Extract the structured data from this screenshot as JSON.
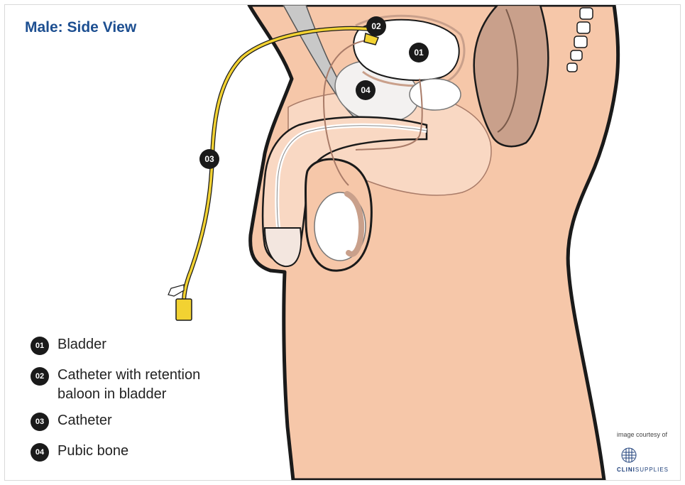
{
  "title": "Male: Side View",
  "badges": {
    "b01": "01",
    "b02": "02",
    "b03": "03",
    "b04": "04"
  },
  "legend": [
    {
      "number": "01",
      "label": "Bladder"
    },
    {
      "number": "02",
      "label": "Catheter with retention\nbaloon in bladder"
    },
    {
      "number": "03",
      "label": "Catheter"
    },
    {
      "number": "04",
      "label": "Pubic bone"
    }
  ],
  "credit": {
    "courtesy": "image courtesy of",
    "brand_bold": "CLINI",
    "brand_rest": "SUPPLIES"
  },
  "colors": {
    "skin": "#f6c7a9",
    "skin_light": "#f9d8c3",
    "rectum": "#c9a08b",
    "catheter": "#f2d232",
    "badge": "#1a1a1a",
    "title": "#1d4f91"
  }
}
